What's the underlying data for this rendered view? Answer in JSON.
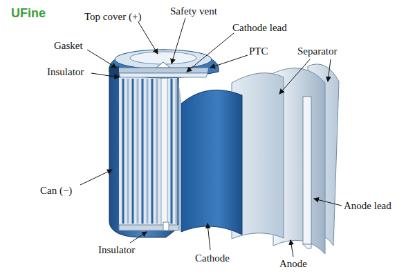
{
  "diagram": {
    "labels": [
      "UFine",
      "Top cover (+)",
      "Safety vent",
      "Cathode lead",
      "Gasket",
      "PTC",
      "Separator",
      "Insulator",
      "Can (−)",
      "Anode lead",
      "Insulator",
      "Cathode",
      "Anode"
    ]
  }
}
